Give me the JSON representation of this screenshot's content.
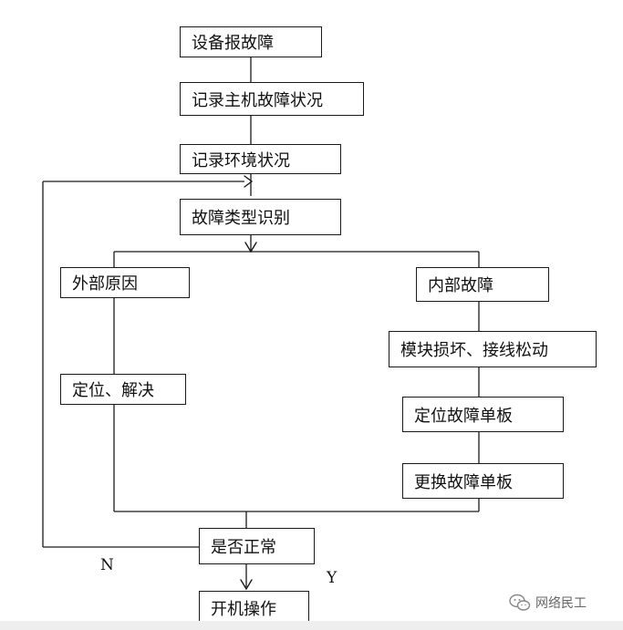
{
  "flowchart": {
    "nodes": {
      "report_fault": "设备报故障",
      "record_host_status": "记录主机故障状况",
      "record_environment": "记录环境状况",
      "identify_fault_type": "故障类型识别",
      "external_cause": "外部原因",
      "locate_resolve": "定位、解决",
      "internal_fault": "内部故障",
      "module_damage": "模块损坏、接线松动",
      "locate_faulty_board": "定位故障单板",
      "replace_faulty_board": "更换故障单板",
      "is_normal": "是否正常",
      "power_on": "开机操作"
    },
    "edge_labels": {
      "no": "N",
      "yes": "Y"
    }
  },
  "watermark": {
    "text": "网络民工",
    "icon": "wechat-icon"
  },
  "colors": {
    "line": "#1a1a1a",
    "text": "#111111",
    "watermark": "#666666"
  }
}
